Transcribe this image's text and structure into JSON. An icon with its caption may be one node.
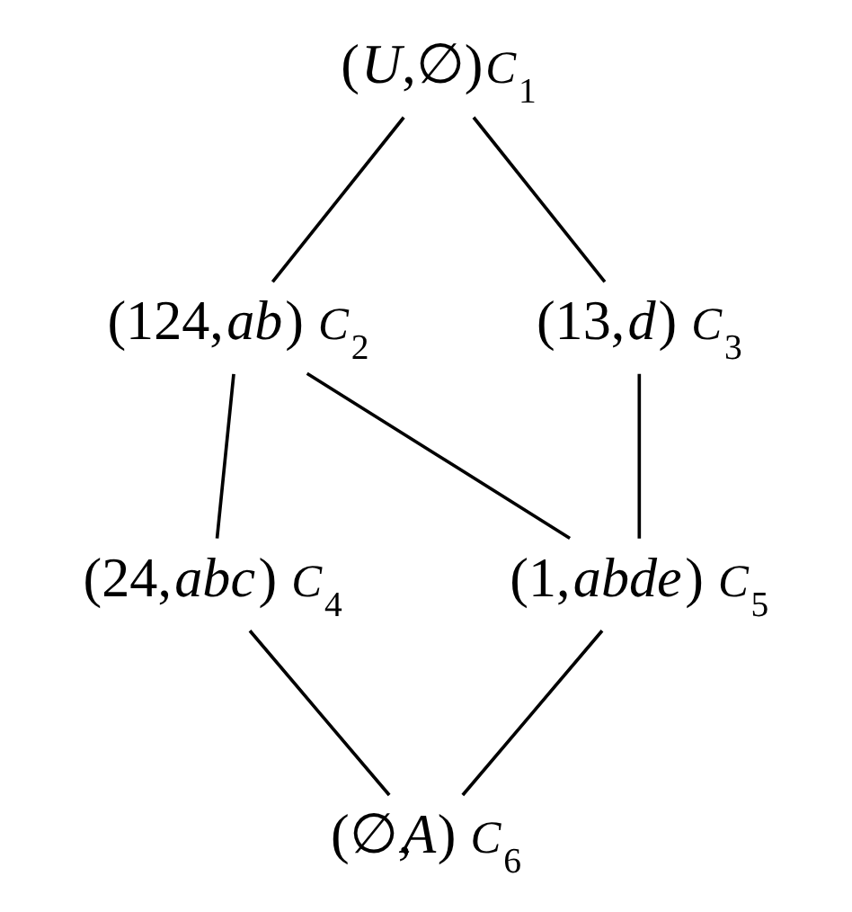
{
  "diagram": {
    "nodes": [
      {
        "text": [
          "(*U*,∅)"
        ],
        "beside": [
          "*C*$_{1}$"
        ]
      },
      {
        "text": [
          "(124,*ab*)"
        ],
        "beside": [
          "*C*$_{2}$"
        ]
      },
      {
        "text": [
          "(13,*d*)"
        ],
        "beside": [
          "*C*$_{3}$"
        ]
      },
      {
        "text": [
          "(24,*abc*)"
        ],
        "beside": [
          "*C*$_{4}$"
        ]
      },
      {
        "text": [
          "(1,*abde*)"
        ],
        "beside": [
          "*C*$_{5}$"
        ]
      },
      {
        "text": [
          "(∅,*A*)"
        ],
        "beside": [
          "*C*$_{6}$"
        ]
      }
    ],
    "edges": [
      {
        "from": 0,
        "to": 1,
        "arrow": "none"
      },
      {
        "from": 0,
        "to": 2,
        "arrow": "none"
      },
      {
        "from": 1,
        "to": 3,
        "arrow": "none"
      },
      {
        "from": 1,
        "to": 4,
        "arrow": "none"
      },
      {
        "from": 2,
        "to": 4,
        "arrow": "none"
      },
      {
        "from": 3,
        "to": 5,
        "arrow": "none"
      },
      {
        "from": 4,
        "to": 5,
        "arrow": "none"
      }
    ]
  }
}
